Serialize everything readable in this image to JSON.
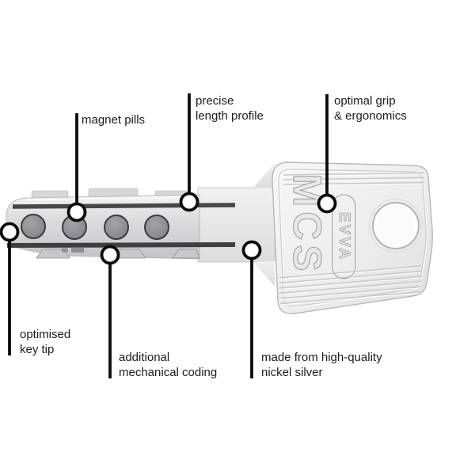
{
  "diagram": {
    "product": {
      "brand_engraving": "EVVA",
      "model_engraving": "MCS",
      "magnet_pill_count": 4
    },
    "callouts": [
      {
        "id": "magnet-pills",
        "lines": [
          "magnet pills",
          ""
        ]
      },
      {
        "id": "precise-length-profile",
        "lines": [
          "precise",
          "length profile"
        ]
      },
      {
        "id": "optimal-grip-ergonomics",
        "lines": [
          "optimal grip",
          "& ergonomics"
        ]
      },
      {
        "id": "optimised-key-tip",
        "lines": [
          "optimised",
          "key tip"
        ]
      },
      {
        "id": "additional-mechanical-coding",
        "lines": [
          "additional",
          "mechanical coding"
        ]
      },
      {
        "id": "nickel-silver",
        "lines": [
          "made from high-quality",
          "nickel silver"
        ]
      }
    ],
    "colors": {
      "background": "#ffffff",
      "callout_line": "#0c0c0c",
      "label_text": "#1c1c1c",
      "key_metal_light": "#f4f4f4",
      "key_metal_mid": "#d9d9db",
      "key_metal_dark": "#c2c2c5",
      "magnet_pill": "#8e8e93",
      "engraving_line": "#c6c6c6"
    }
  }
}
